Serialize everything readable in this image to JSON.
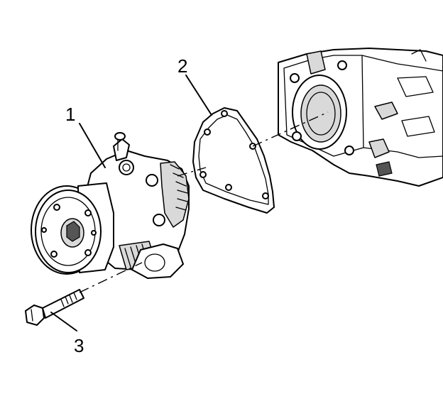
{
  "callouts": {
    "rear_cover": "1",
    "gasket": "2",
    "bolt": "3"
  }
}
